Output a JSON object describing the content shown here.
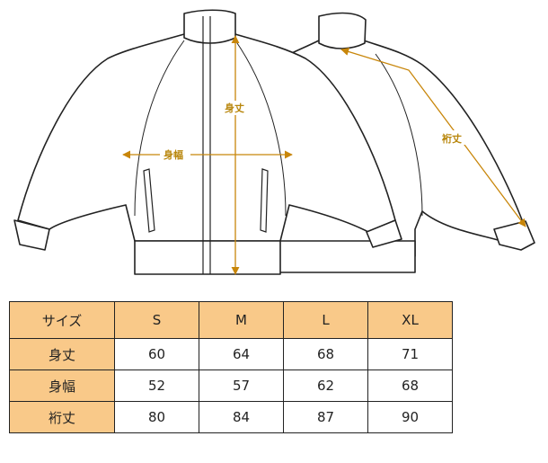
{
  "labels": {
    "body_length": "身丈",
    "body_width": "身幅",
    "sleeve_length": "裄丈"
  },
  "colors": {
    "measure_line": "#c8860a",
    "table_header_bg": "#f9c989",
    "outline": "#222222"
  },
  "table": {
    "corner": "サイズ",
    "sizes": [
      "S",
      "M",
      "L",
      "XL"
    ],
    "rows": [
      {
        "label": "身丈",
        "values": [
          "60",
          "64",
          "68",
          "71"
        ]
      },
      {
        "label": "身幅",
        "values": [
          "52",
          "57",
          "62",
          "68"
        ]
      },
      {
        "label": "裄丈",
        "values": [
          "80",
          "84",
          "87",
          "90"
        ]
      }
    ]
  }
}
